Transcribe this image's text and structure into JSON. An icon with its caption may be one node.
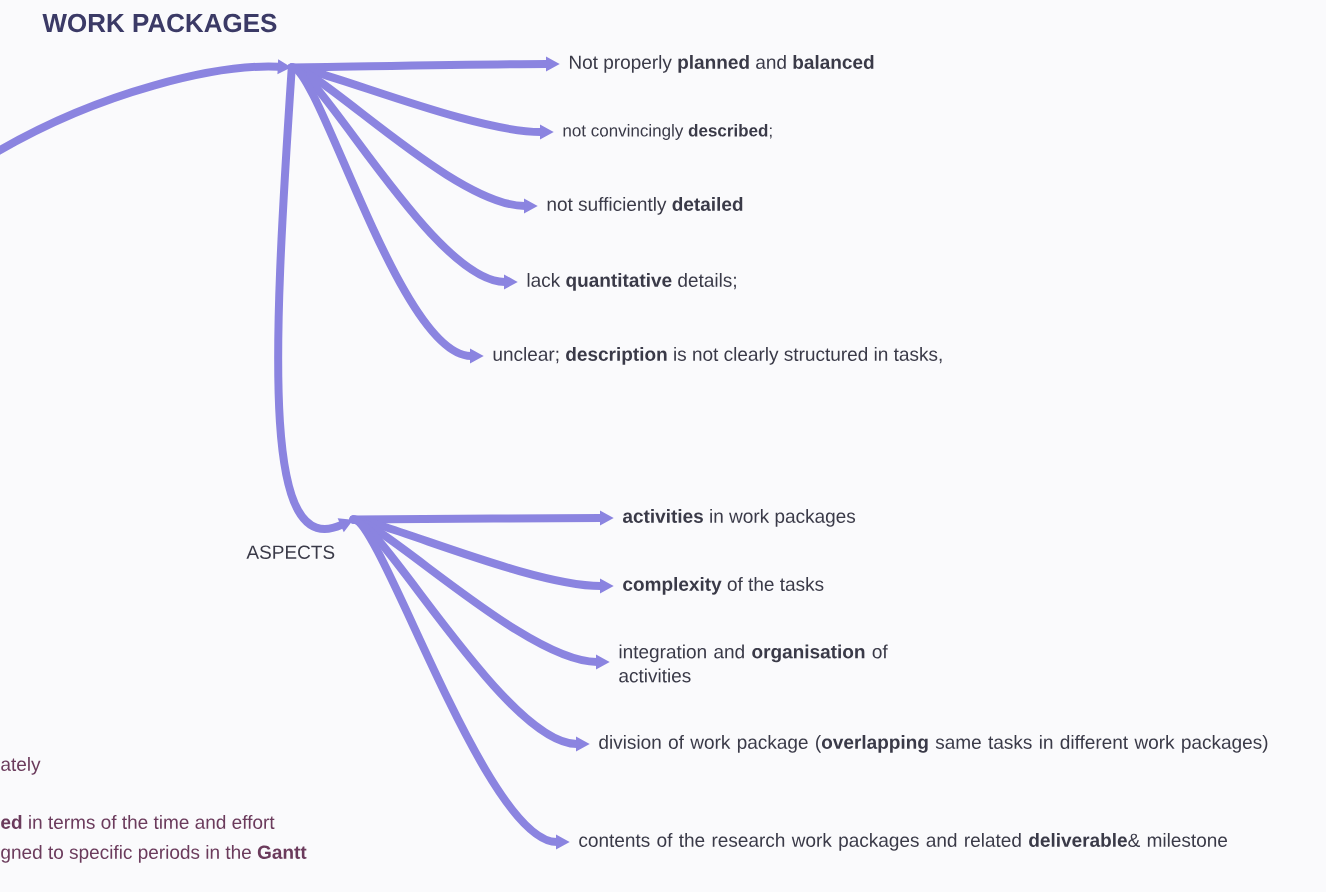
{
  "diagram": {
    "nodes": [
      {
        "text": [
          "WORK PACKAGES"
        ]
      },
      {
        "text": [
          "Not properly **planned** and **balanced**"
        ]
      },
      {
        "text": [
          "not convincingly **described**;"
        ]
      },
      {
        "text": [
          "not sufficiently **detailed**"
        ]
      },
      {
        "text": [
          "lack **quantitative** details;"
        ]
      },
      {
        "text": [
          "unclear; **description** is not clearly structured in tasks,"
        ]
      },
      {
        "text": [
          "ASPECTS"
        ]
      },
      {
        "text": [
          "**activities** in work packages"
        ]
      },
      {
        "text": [
          "**complexity** of the tasks"
        ]
      },
      {
        "text": [
          "integration and **organisation** of activities"
        ]
      },
      {
        "text": [
          "division of work package (**overlapping** same tasks in different work packages)"
        ]
      },
      {
        "text": [
          "contents of the research work packages and related **deliverable**& milestone"
        ]
      }
    ],
    "edges": [
      {
        "from": null,
        "to": 0,
        "arrow": "to"
      },
      {
        "from": 0,
        "to": 1,
        "arrow": "to"
      },
      {
        "from": 0,
        "to": 2,
        "arrow": "to"
      },
      {
        "from": 0,
        "to": 3,
        "arrow": "to"
      },
      {
        "from": 0,
        "to": 4,
        "arrow": "to"
      },
      {
        "from": 0,
        "to": 5,
        "arrow": "to"
      },
      {
        "from": 0,
        "to": 6,
        "arrow": "to"
      },
      {
        "from": 6,
        "to": 7,
        "arrow": "to"
      },
      {
        "from": 6,
        "to": 8,
        "arrow": "to"
      },
      {
        "from": 6,
        "to": 9,
        "arrow": "to"
      },
      {
        "from": 6,
        "to": 10,
        "arrow": "to"
      },
      {
        "from": 6,
        "to": 11,
        "arrow": "to"
      }
    ],
    "labels": [
      "ately",
      "**ed** in terms of the time and effort",
      "gned to specific periods in the **Gantt**"
    ]
  }
}
